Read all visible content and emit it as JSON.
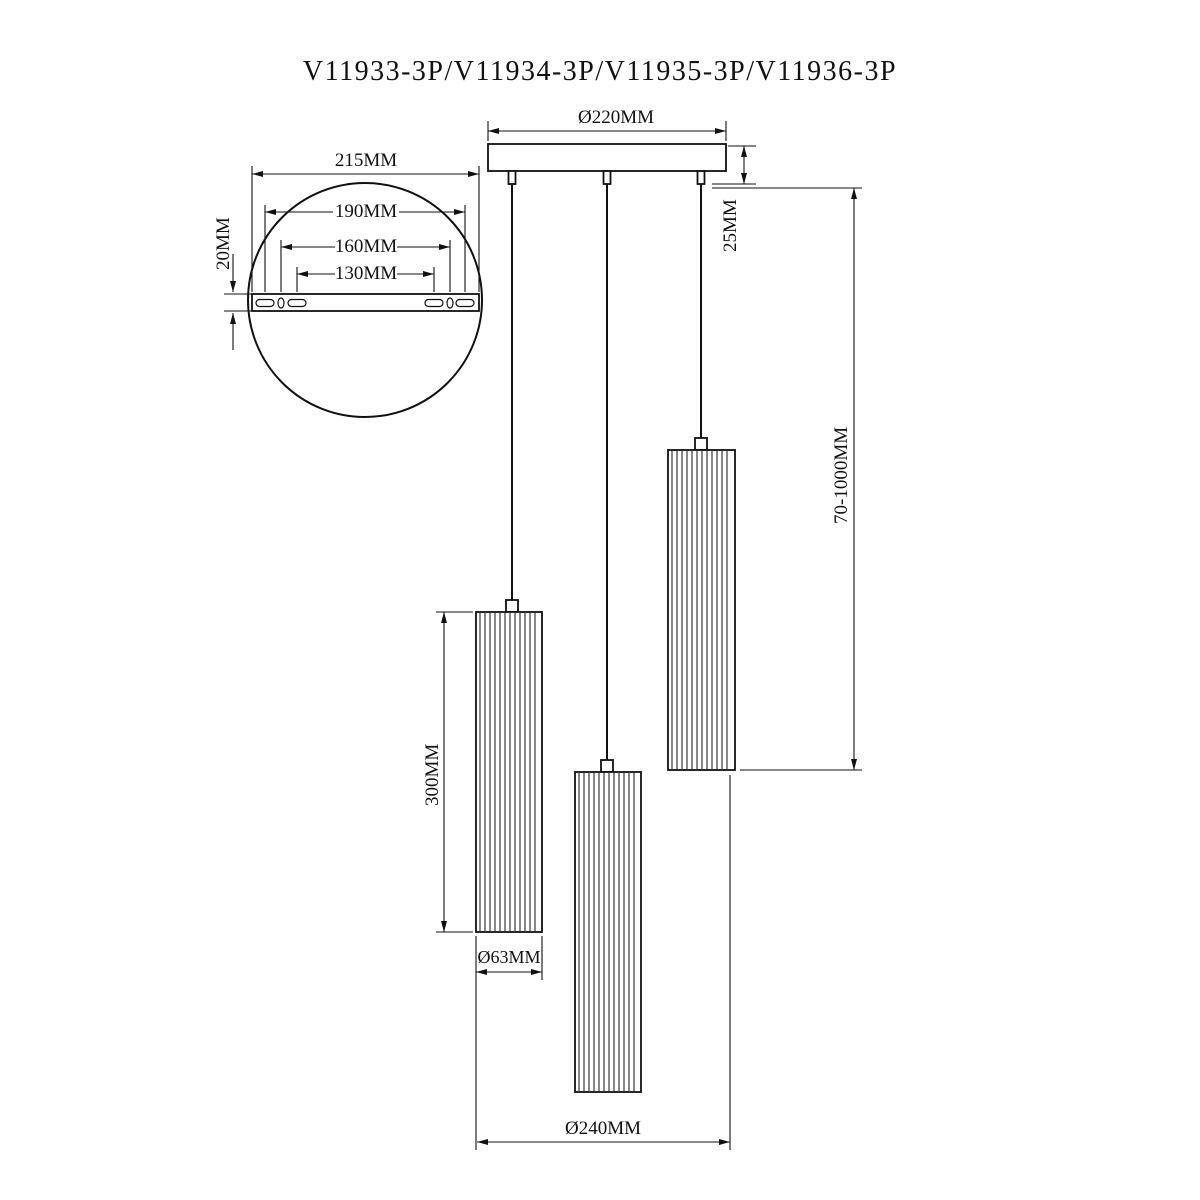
{
  "title": "V11933-3P/V11934-3P/V11935-3P/V11936-3P",
  "dimensions": {
    "canopy_diameter": "Ø220MM",
    "canopy_height": "25MM",
    "suspension_length": "70-1000MM",
    "plate_width": "215MM",
    "hole_spacing_outer": "190MM",
    "hole_spacing_middle": "160MM",
    "hole_spacing_inner": "130MM",
    "plate_height": "20MM",
    "shade_height": "300MM",
    "shade_diameter": "Ø63MM",
    "overall_diameter": "Ø240MM"
  }
}
